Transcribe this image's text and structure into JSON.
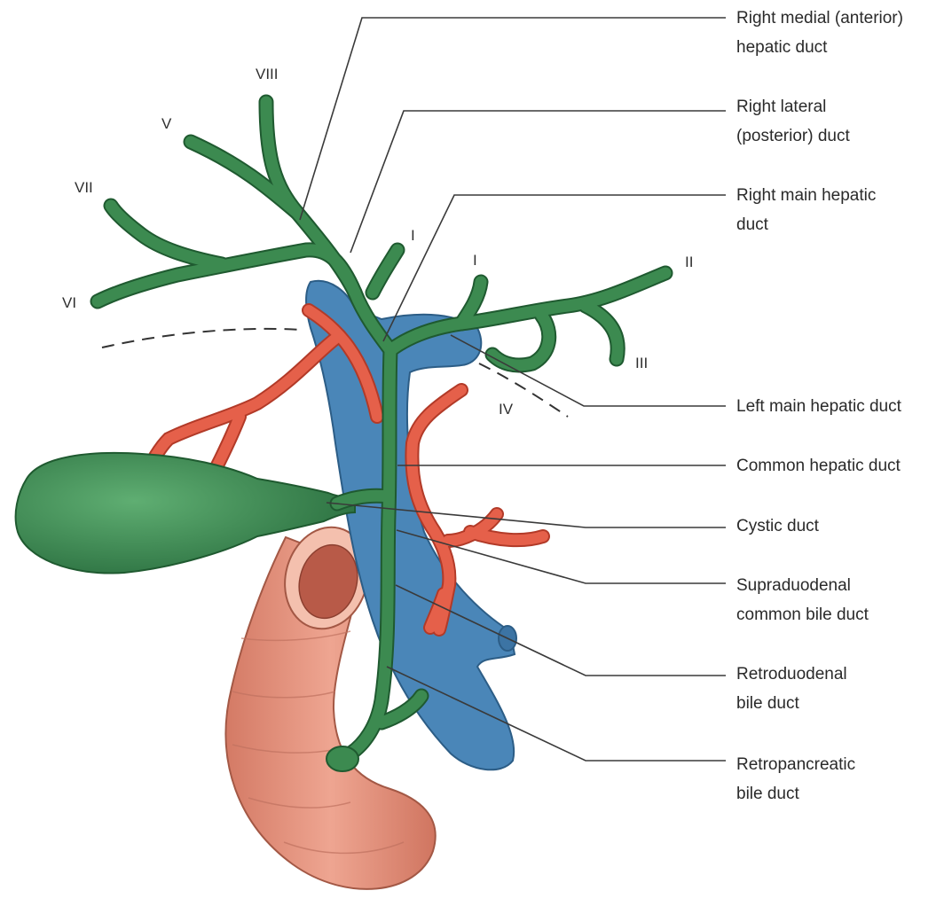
{
  "labels": {
    "right_medial_l1": "Right medial (anterior)",
    "right_medial_l2": "hepatic duct",
    "right_lateral_l1": "Right lateral",
    "right_lateral_l2": "(posterior) duct",
    "right_main_l1": "Right main hepatic",
    "right_main_l2": "duct",
    "left_main": "Left main hepatic duct",
    "common_hepatic": "Common hepatic duct",
    "cystic": "Cystic duct",
    "supraduodenal_l1": "Supraduodenal",
    "supraduodenal_l2": "common bile duct",
    "retroduodenal_l1": "Retroduodenal",
    "retroduodenal_l2": "bile duct",
    "retropancreatic_l1": "Retropancreatic",
    "retropancreatic_l2": "bile duct"
  },
  "segments": {
    "viii": "VIII",
    "v": "V",
    "vii": "VII",
    "vi": "VI",
    "i_a": "I",
    "i_b": "I",
    "ii": "II",
    "iii": "III",
    "iv": "IV"
  },
  "colors": {
    "bile_duct": "#3c8a50",
    "bile_duct_dark": "#1f5a30",
    "artery": "#e5604a",
    "artery_dark": "#b23a28",
    "portal_vein": "#4a86b8",
    "portal_vein_dark": "#2c5d86",
    "duodenum": "#e0907a",
    "duodenum_dark": "#b0604e",
    "leader_line": "#3a3a3a"
  }
}
